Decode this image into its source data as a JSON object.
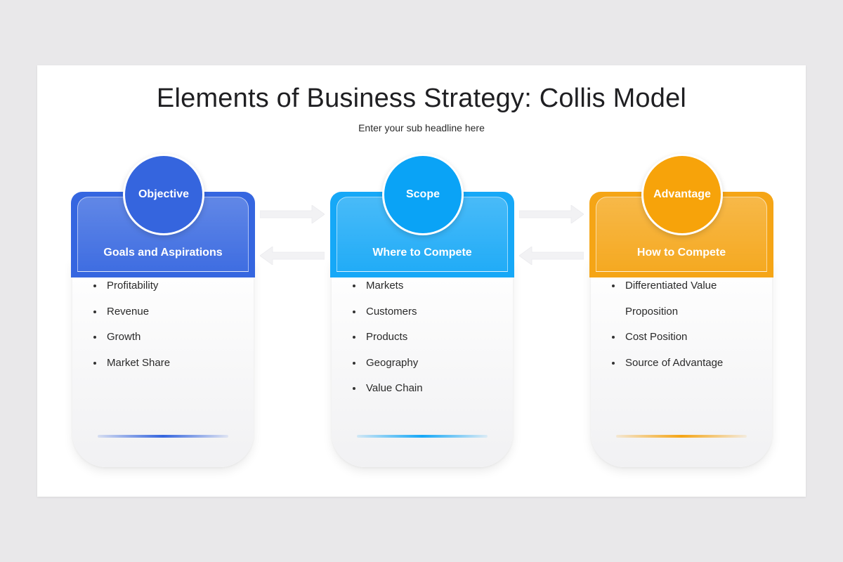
{
  "slide": {
    "title": "Elements of Business Strategy: Collis Model",
    "subtitle": "Enter your sub headline here"
  },
  "columns": [
    {
      "circle_label": "Objective",
      "header_label": "Goals and Aspirations",
      "color": "#3565de",
      "items": [
        "Profitability",
        "Revenue",
        "Growth",
        "Market Share"
      ]
    },
    {
      "circle_label": "Scope",
      "header_label": "Where to Compete",
      "color": "#16a8f7",
      "items": [
        "Markets",
        "Customers",
        "Products",
        "Geography",
        "Value Chain"
      ]
    },
    {
      "circle_label": "Advantage",
      "header_label": "How to Compete",
      "color": "#f5a516",
      "items": [
        "Differentiated Value",
        "Proposition",
        "Cost Position",
        "Source of Advantage"
      ]
    }
  ],
  "arrows": {
    "icon": "double-arrow-icon",
    "color": "#f1f1f3"
  }
}
